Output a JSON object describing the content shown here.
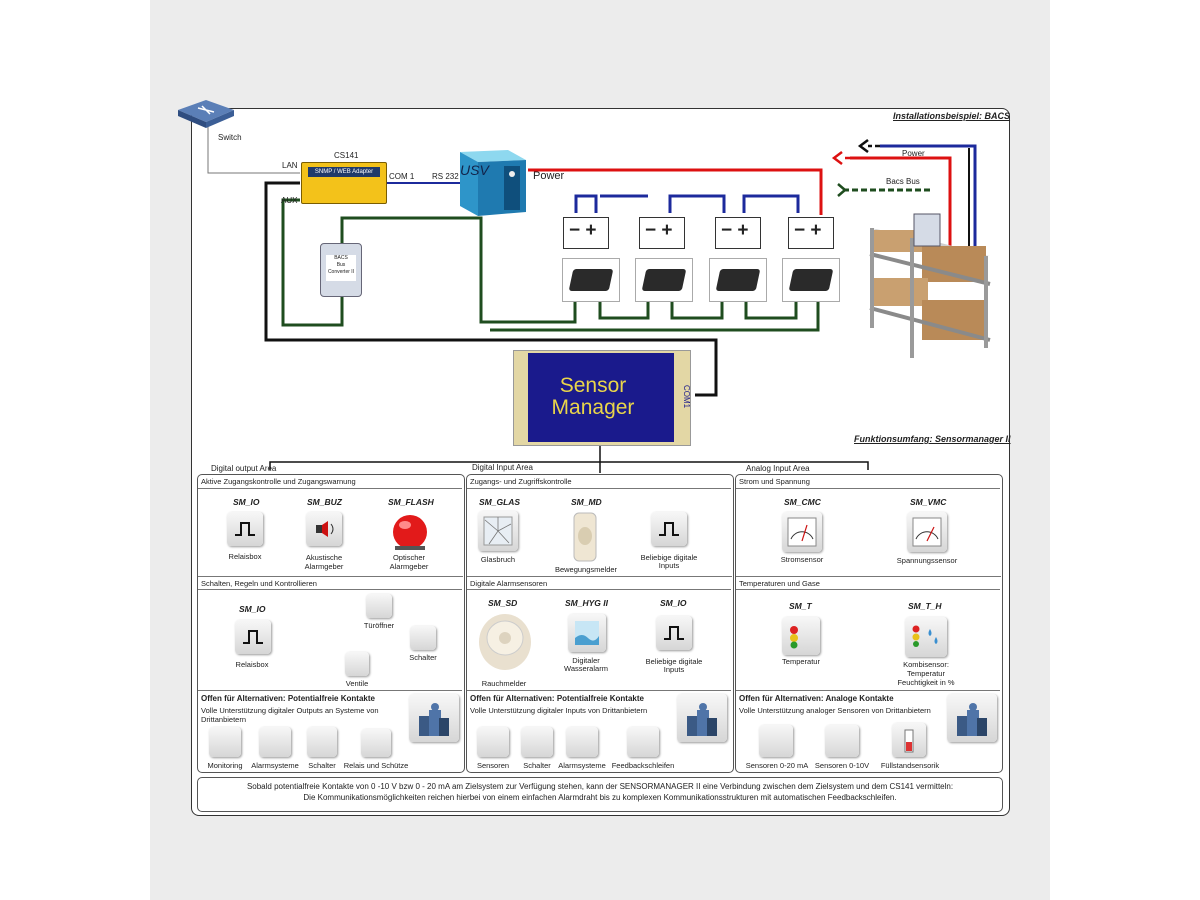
{
  "header": {
    "title": "Installationsbeispiel: BACS",
    "subtitle": "Funktionsumfang: Sensormanager II"
  },
  "devices": {
    "switch": "Switch",
    "cs141": "CS141",
    "adapter": "SNMP / WEB Adapter",
    "lan": "LAN",
    "aux": "AUX",
    "com1": "COM 1",
    "rs232": "RS 232",
    "usv": "USV",
    "power": "Power",
    "bacs_power": "Power",
    "bacs_bus": "Bacs Bus",
    "bacs_conv_1": "BACS",
    "bacs_conv_2": "Bus Converter II",
    "sensor_manager": "Sensor Manager",
    "com1_side": "COM1"
  },
  "areas": {
    "digital_output": "Digital output Area",
    "digital_input": "Digital Input Area",
    "analog_input": "Analog Input Area"
  },
  "col1": {
    "sec1": "Aktive Zugangskontrolle und Zugangswarnung",
    "m1": "SM_IO",
    "c1": "Relaisbox",
    "m2": "SM_BUZ",
    "c2a": "Akustische",
    "c2b": "Alarmgeber",
    "m3": "SM_FLASH",
    "c3a": "Optischer",
    "c3b": "Alarmgeber",
    "sec2": "Schalten, Regeln und Kontrollieren",
    "m4": "SM_IO",
    "c4": "Relaisbox",
    "o1": "Türöffner",
    "o2": "Schalter",
    "o3": "Ventile",
    "alt_title": "Offen für Alternativen: Potentialfreie Kontakte",
    "alt_text1": "Volle Unterstützung digitaler Outputs an Systeme von",
    "alt_text2": "Drittanbietern",
    "t1": "Monitoring",
    "t2": "Alarmsysteme",
    "t3": "Schalter",
    "t4": "Relais und Schütze"
  },
  "col2": {
    "sec1": "Zugangs- und Zugriffskontrolle",
    "m1": "SM_GLAS",
    "c1": "Glasbruch",
    "m2": "SM_MD",
    "c2": "Bewegungsmelder",
    "c3a": "Beliebige digitale",
    "c3b": "Inputs",
    "sec2": "Digitale Alarmsensoren",
    "m4": "SM_SD",
    "c4": "Rauchmelder",
    "m5": "SM_HYG II",
    "c5a": "Digitaler",
    "c5b": "Wasseralarm",
    "m6": "SM_IO",
    "c6a": "Beliebige digitale",
    "c6b": "Inputs",
    "alt_title": "Offen für Alternativen: Potentialfreie Kontakte",
    "alt_text": "Volle Unterstützung digitaler Inputs von Drittanbietern",
    "t1": "Sensoren",
    "t2": "Schalter",
    "t3": "Alarmsysteme",
    "t4": "Feedbackschleifen"
  },
  "col3": {
    "sec1": "Strom und Spannung",
    "m1": "SM_CMC",
    "c1": "Stromsensor",
    "m2": "SM_VMC",
    "c2": "Spannungssensor",
    "sec2": "Temperaturen und Gase",
    "m3": "SM_T",
    "c3": "Temperatur",
    "m4": "SM_T_H",
    "c4a": "Kombisensor:",
    "c4b": "Temperatur",
    "c4c": "Feuchtigkeit in %",
    "alt_title": "Offen für Alternativen: Analoge Kontakte",
    "alt_text": "Volle Unterstützung analoger Sensoren von Drittanbietern",
    "t1": "Sensoren 0-20 mA",
    "t2": "Sensoren 0-10V",
    "t3": "Füllstandsensorik"
  },
  "footer": {
    "line1": "Sobald potentialfreie Kontakte von 0 -10 V bzw 0 - 20 mA am Zielsystem zur Verfügung stehen, kann der SENSORMANAGER II eine Verbindung zwischen dem Zielsystem und dem CS141 vermitteln:",
    "line2": "Die Kommunikationsmöglichkeiten reichen hierbei von einem einfachen Alarmdraht bis zu komplexen Kommunikationsstrukturen mit automatischen Feedbackschleifen."
  },
  "colors": {
    "power_red": "#d11",
    "bus_green": "#1f4d1f",
    "blue": "#1c2a9c",
    "screen": "#1a1a8c"
  }
}
